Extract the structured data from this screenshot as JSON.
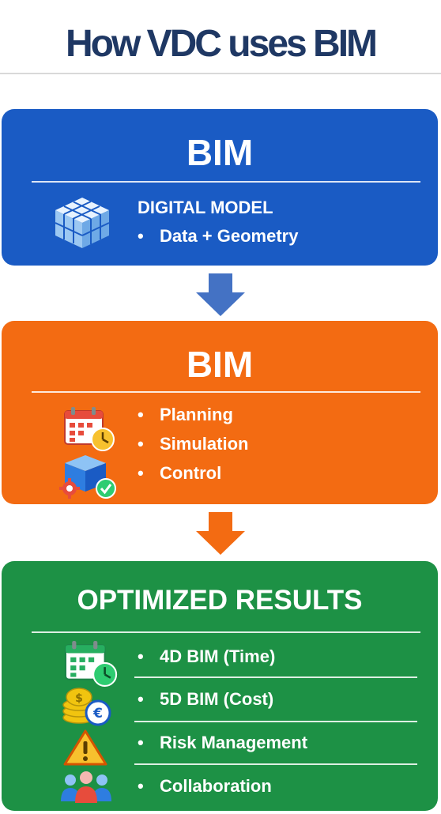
{
  "title": "How VDC uses BIM",
  "panels": {
    "digital": {
      "heading": "BIM",
      "subheading": "DIGITAL MODEL",
      "items": [
        "Data + Geometry"
      ],
      "icons": [
        "cube-icon"
      ],
      "color": "#1a5bc4"
    },
    "process": {
      "heading": "BIM",
      "items": [
        "Planning",
        "Simulation",
        "Control"
      ],
      "icons": [
        "calendar-clock-icon",
        "cube-gear-check-icon"
      ],
      "color": "#f36b12"
    },
    "results": {
      "heading": "OPTIMIZED RESULTS",
      "items": [
        "4D BIM (Time)",
        "5D BIM (Cost)",
        "Risk Management",
        "Collaboration"
      ],
      "icons": [
        "calendar-clock-icon",
        "coins-euro-icon",
        "warning-icon",
        "people-icon"
      ],
      "color": "#1d9145"
    }
  },
  "arrows": [
    {
      "icon": "down-arrow-icon",
      "color": "#4472c4"
    },
    {
      "icon": "down-arrow-icon",
      "color": "#f36b12"
    }
  ]
}
